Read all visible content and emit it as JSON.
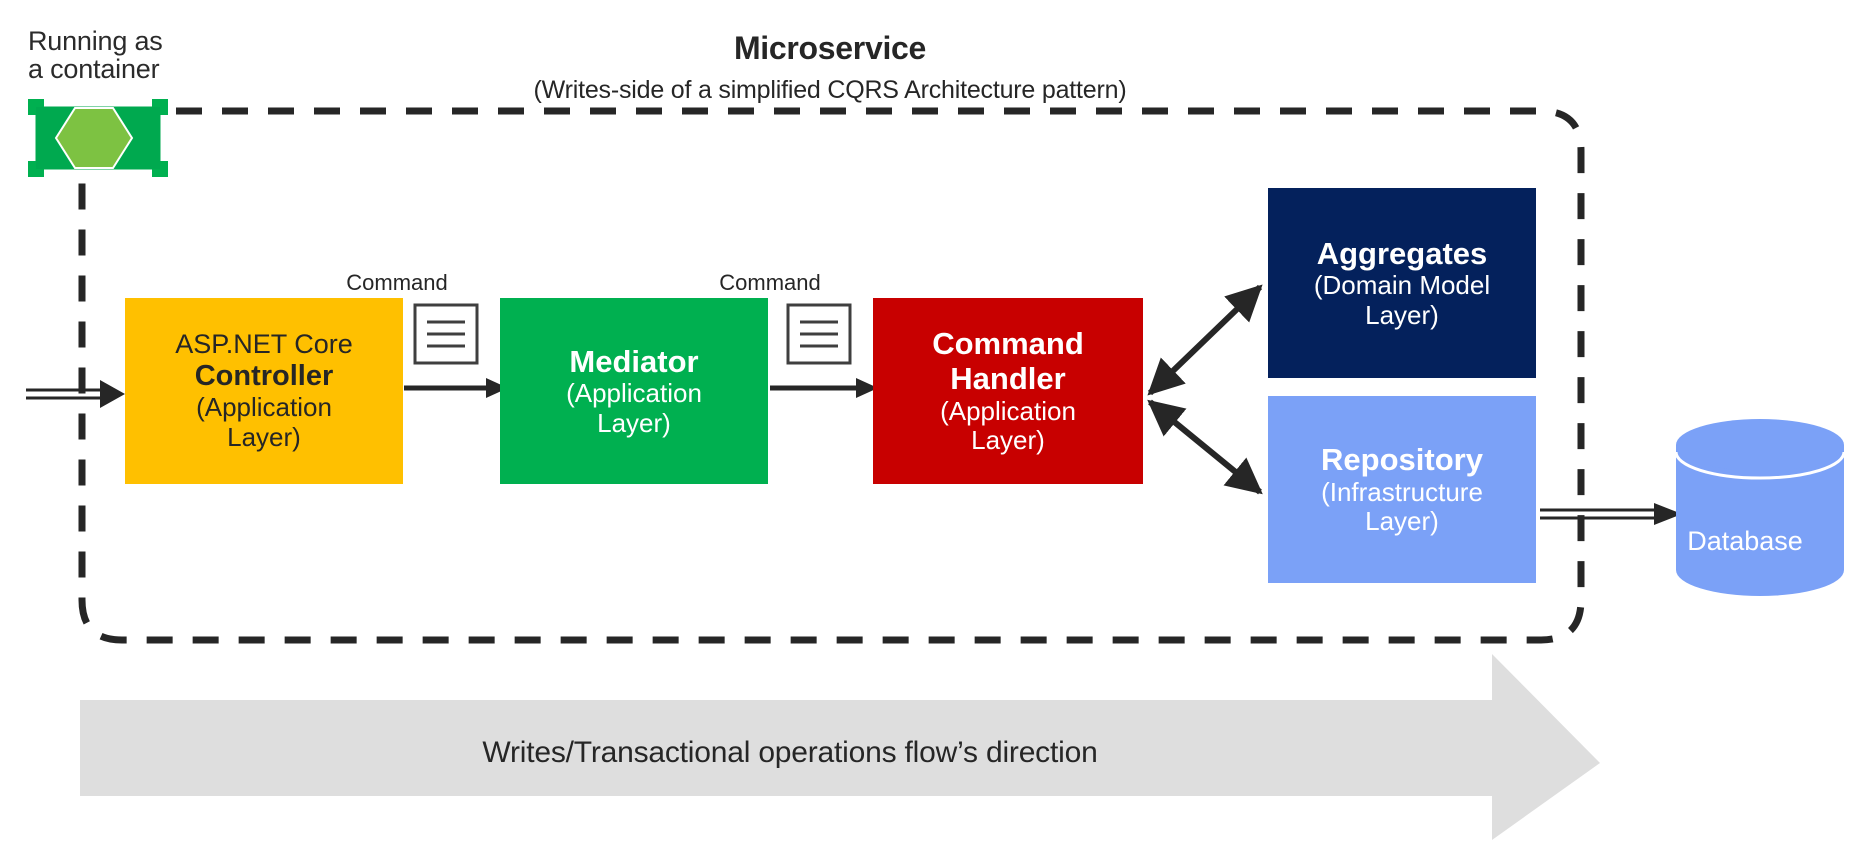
{
  "diagram": {
    "title": "Microservice",
    "subtitle": "(Writes-side of a simplified CQRS Architecture pattern)",
    "container_note_line1": "Running as",
    "container_note_line2": "a container",
    "boundary_style": "dashed-rounded-rectangle"
  },
  "container_icon": {
    "name": "container-icon",
    "rect_color": "#00A94F",
    "hexagon_color": "#7DC242",
    "handle_color": "#00B050"
  },
  "nodes": [
    {
      "id": "controller",
      "pre": "ASP.NET Core",
      "title": "Controller",
      "sub_line1": "(Application",
      "sub_line2": "Layer)",
      "fill": "#FFC000",
      "text_color": "#262626"
    },
    {
      "id": "mediator",
      "pre": "",
      "title": "Mediator",
      "sub_line1": "(Application",
      "sub_line2": "Layer)",
      "fill": "#00B050",
      "text_color": "#FFFFFF"
    },
    {
      "id": "command-handler",
      "pre": "",
      "title_line1": "Command",
      "title_line2": "Handler",
      "sub_line1": "(Application",
      "sub_line2": "Layer)",
      "fill": "#C80000",
      "text_color": "#FFFFFF"
    },
    {
      "id": "aggregates",
      "title": "Aggregates",
      "sub_line1": "(Domain Model",
      "sub_line2": "Layer)",
      "fill": "#04215C",
      "text_color": "#FFFFFF"
    },
    {
      "id": "repository",
      "title": "Repository",
      "sub_line1": "(Infrastructure",
      "sub_line2": "Layer)",
      "fill": "#7BA1F7",
      "text_color": "#FFFFFF"
    }
  ],
  "database": {
    "label": "Database",
    "fill": "#7BA1F7",
    "text_color": "#FFFFFF"
  },
  "connectors": {
    "command_label_1": "Command",
    "command_label_2": "Command",
    "doc_icon_name": "command-document-icon"
  },
  "flow_banner": {
    "label": "Writes/Transactional operations flow’s direction",
    "fill": "#DEDEDE",
    "text_color": "#262626"
  }
}
